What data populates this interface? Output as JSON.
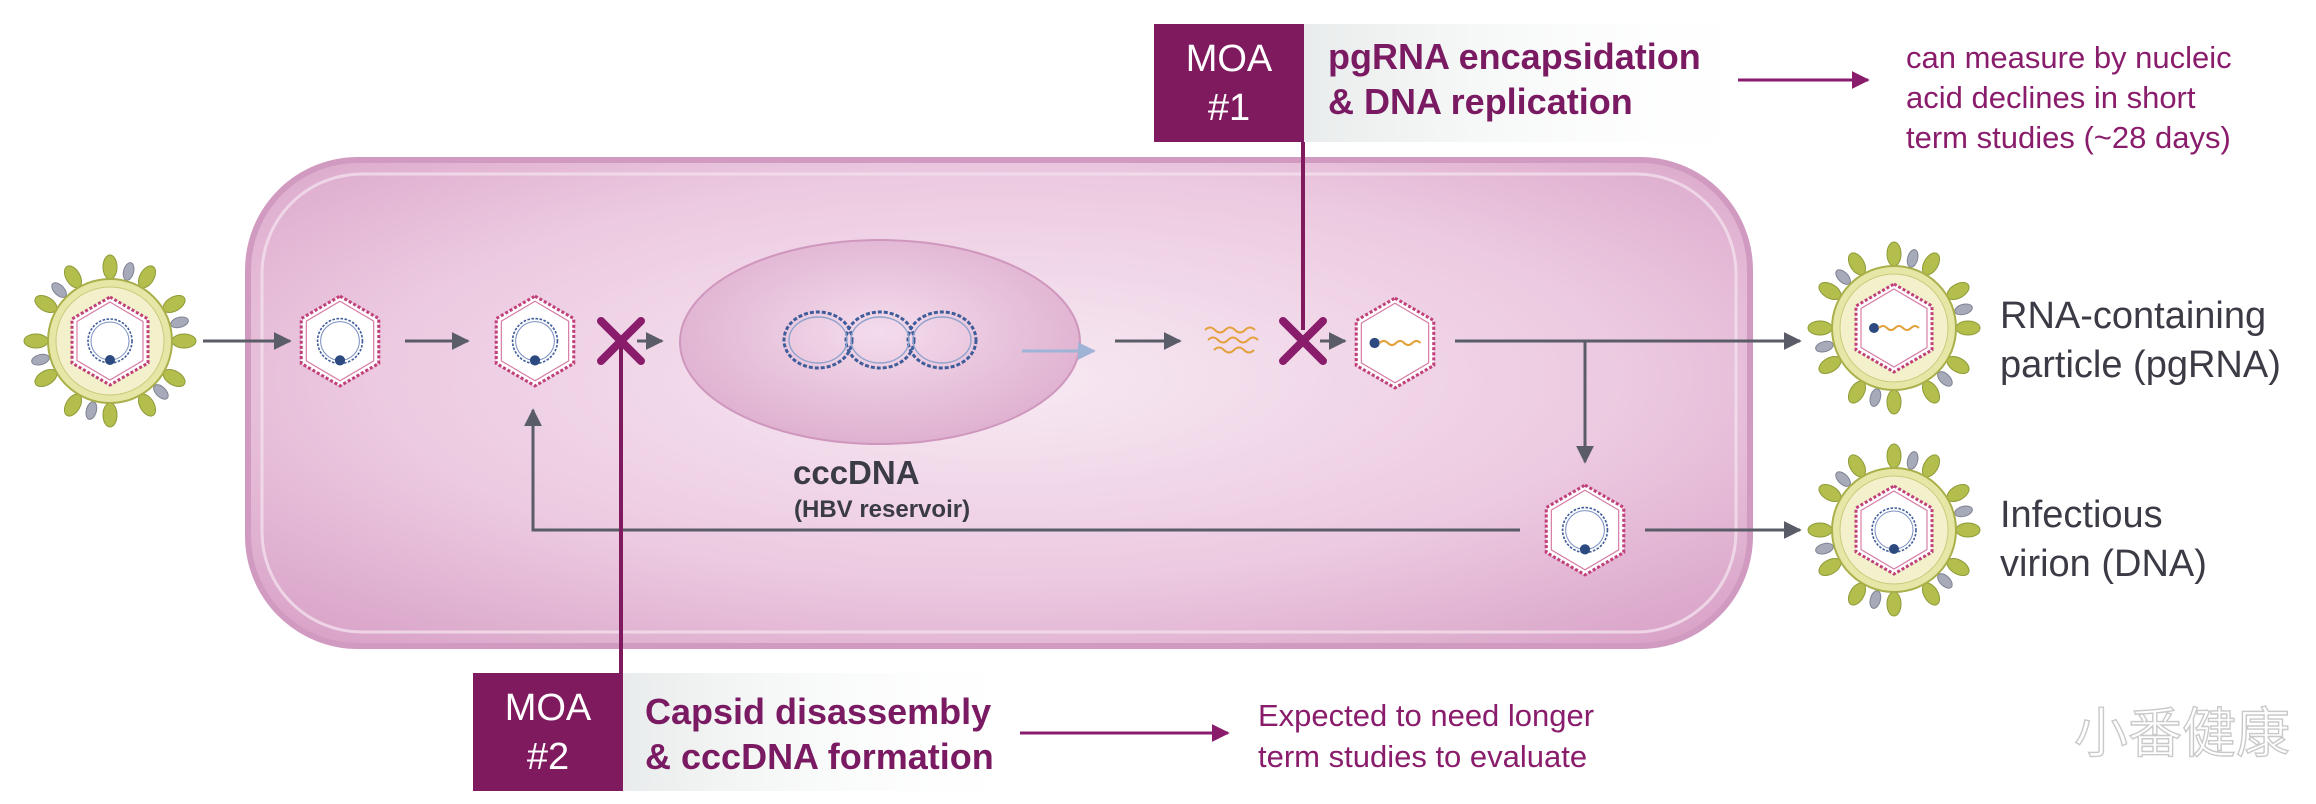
{
  "moa1": {
    "badge_line1": "MOA",
    "badge_line2": "#1",
    "title_line1": "pgRNA encapsidation",
    "title_line2": "& DNA replication",
    "note_line1": "can measure by nucleic",
    "note_line2": "acid declines in short",
    "note_line3": "term studies (~28 days)"
  },
  "moa2": {
    "badge_line1": "MOA",
    "badge_line2": "#2",
    "title_line1": "Capsid disassembly",
    "title_line2": "& cccDNA formation",
    "note_line1": "Expected to need longer",
    "note_line2": "term studies to evaluate"
  },
  "nucleus": {
    "label": "cccDNA",
    "sublabel": "(HBV reservoir)"
  },
  "outputs": {
    "rna_line1": "RNA-containing",
    "rna_line2": "particle (pgRNA)",
    "dna_line1": "Infectious",
    "dna_line2": "virion (DNA)"
  },
  "watermark": "小番健康",
  "colors": {
    "moa_badge": "#801a5e",
    "accent_text": "#7a1a62",
    "inhibit_x": "#8a1c6c",
    "cell": "#e6bcd9",
    "nucleus": "#e2b4d3",
    "envelope": "#e6e7a6",
    "capsid": "#c2407a",
    "arrow": "#5a5d68"
  }
}
